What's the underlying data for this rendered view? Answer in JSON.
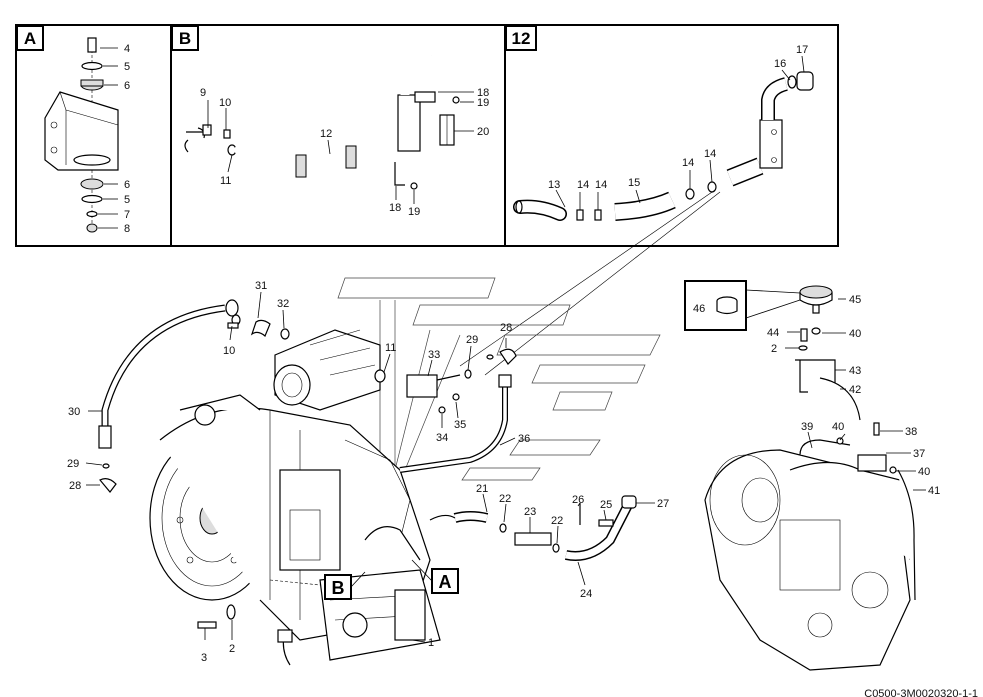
{
  "insets": {
    "a": {
      "label": "A"
    },
    "b": {
      "label": "B"
    },
    "c": {
      "label": "12"
    }
  },
  "callouts": {
    "a4": "4",
    "a5": "5",
    "a6": "6",
    "a6b": "6",
    "a5b": "5",
    "a7": "7",
    "a8": "8",
    "b9": "9",
    "b10": "10",
    "b11": "11",
    "b12": "12",
    "b18": "18",
    "b19": "19",
    "b20": "20",
    "b18b": "18",
    "b19b": "19",
    "c13": "13",
    "c14a": "14",
    "c14b": "14",
    "c15": "15",
    "c14c": "14",
    "c14d": "14",
    "c16": "16",
    "c17": "17",
    "m31": "31",
    "m32": "32",
    "m10": "10",
    "m11": "11",
    "m33": "33",
    "m29": "29",
    "m28": "28",
    "m30": "30",
    "m29b": "29",
    "m28b": "28",
    "m34": "34",
    "m35": "35",
    "m36": "36",
    "m21": "21",
    "m22": "22",
    "m23": "23",
    "m26": "26",
    "m25": "25",
    "m22b": "22",
    "m27": "27",
    "m24": "24",
    "m1": "1",
    "m3": "3",
    "m2": "2",
    "r46": "46",
    "r45": "45",
    "r44": "44",
    "r40": "40",
    "r2": "2",
    "r43": "43",
    "r42": "42",
    "r39": "39",
    "r40b": "40",
    "r38": "38",
    "r37": "37",
    "r40c": "40",
    "r41": "41"
  },
  "view_markers": {
    "b": "B",
    "a": "A"
  },
  "footer_code": "C0500-3M0020320-1-1"
}
